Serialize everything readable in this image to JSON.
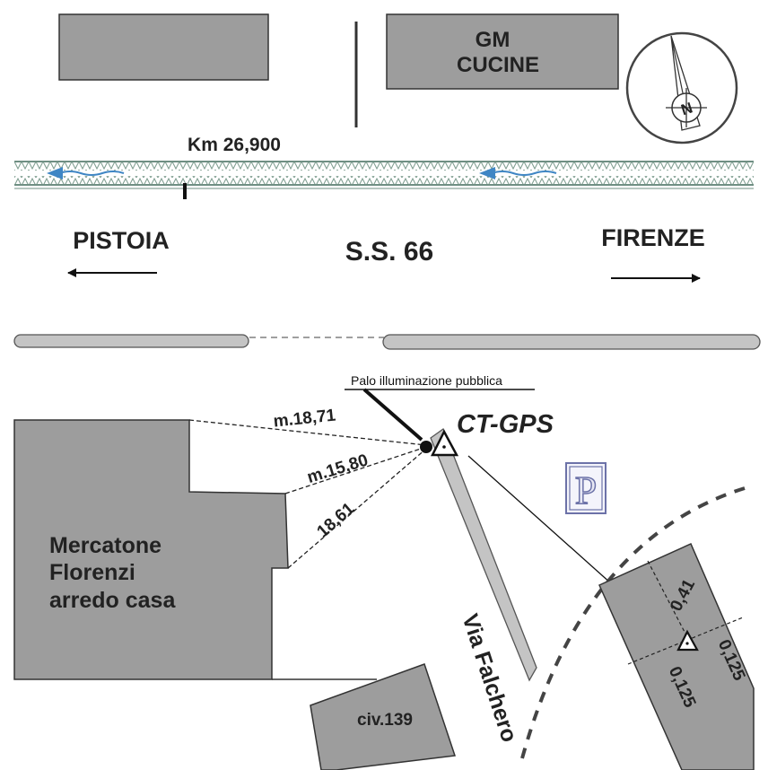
{
  "colors": {
    "building": "#9d9d9d",
    "road_edge": "#6f8f83",
    "water_arrow": "#3f86c4",
    "parking": "#6c72a8",
    "ink": "#222222"
  },
  "buildings": {
    "gm_cucine": [
      "GM",
      "CUCINE"
    ],
    "mercatone": [
      "Mercatone",
      "Florenzi",
      "arredo casa"
    ],
    "civ139": "civ.139"
  },
  "road": {
    "km_marker": "Km 26,900",
    "name": "S.S. 66",
    "west_direction": "PISTOIA",
    "east_direction": "FIRENZE"
  },
  "street": "Via Falchero",
  "point": {
    "name": "CT-GPS",
    "lamp_label": "Palo illuminazione pubblica"
  },
  "distances": [
    "m.18,71",
    "m.15,80",
    "18,61"
  ],
  "detail_offsets": [
    "0,41",
    "0,125",
    "0,125"
  ],
  "icons": {
    "north_arrow": "north-arrow-icon",
    "north_letter": "N",
    "parking": "P"
  }
}
